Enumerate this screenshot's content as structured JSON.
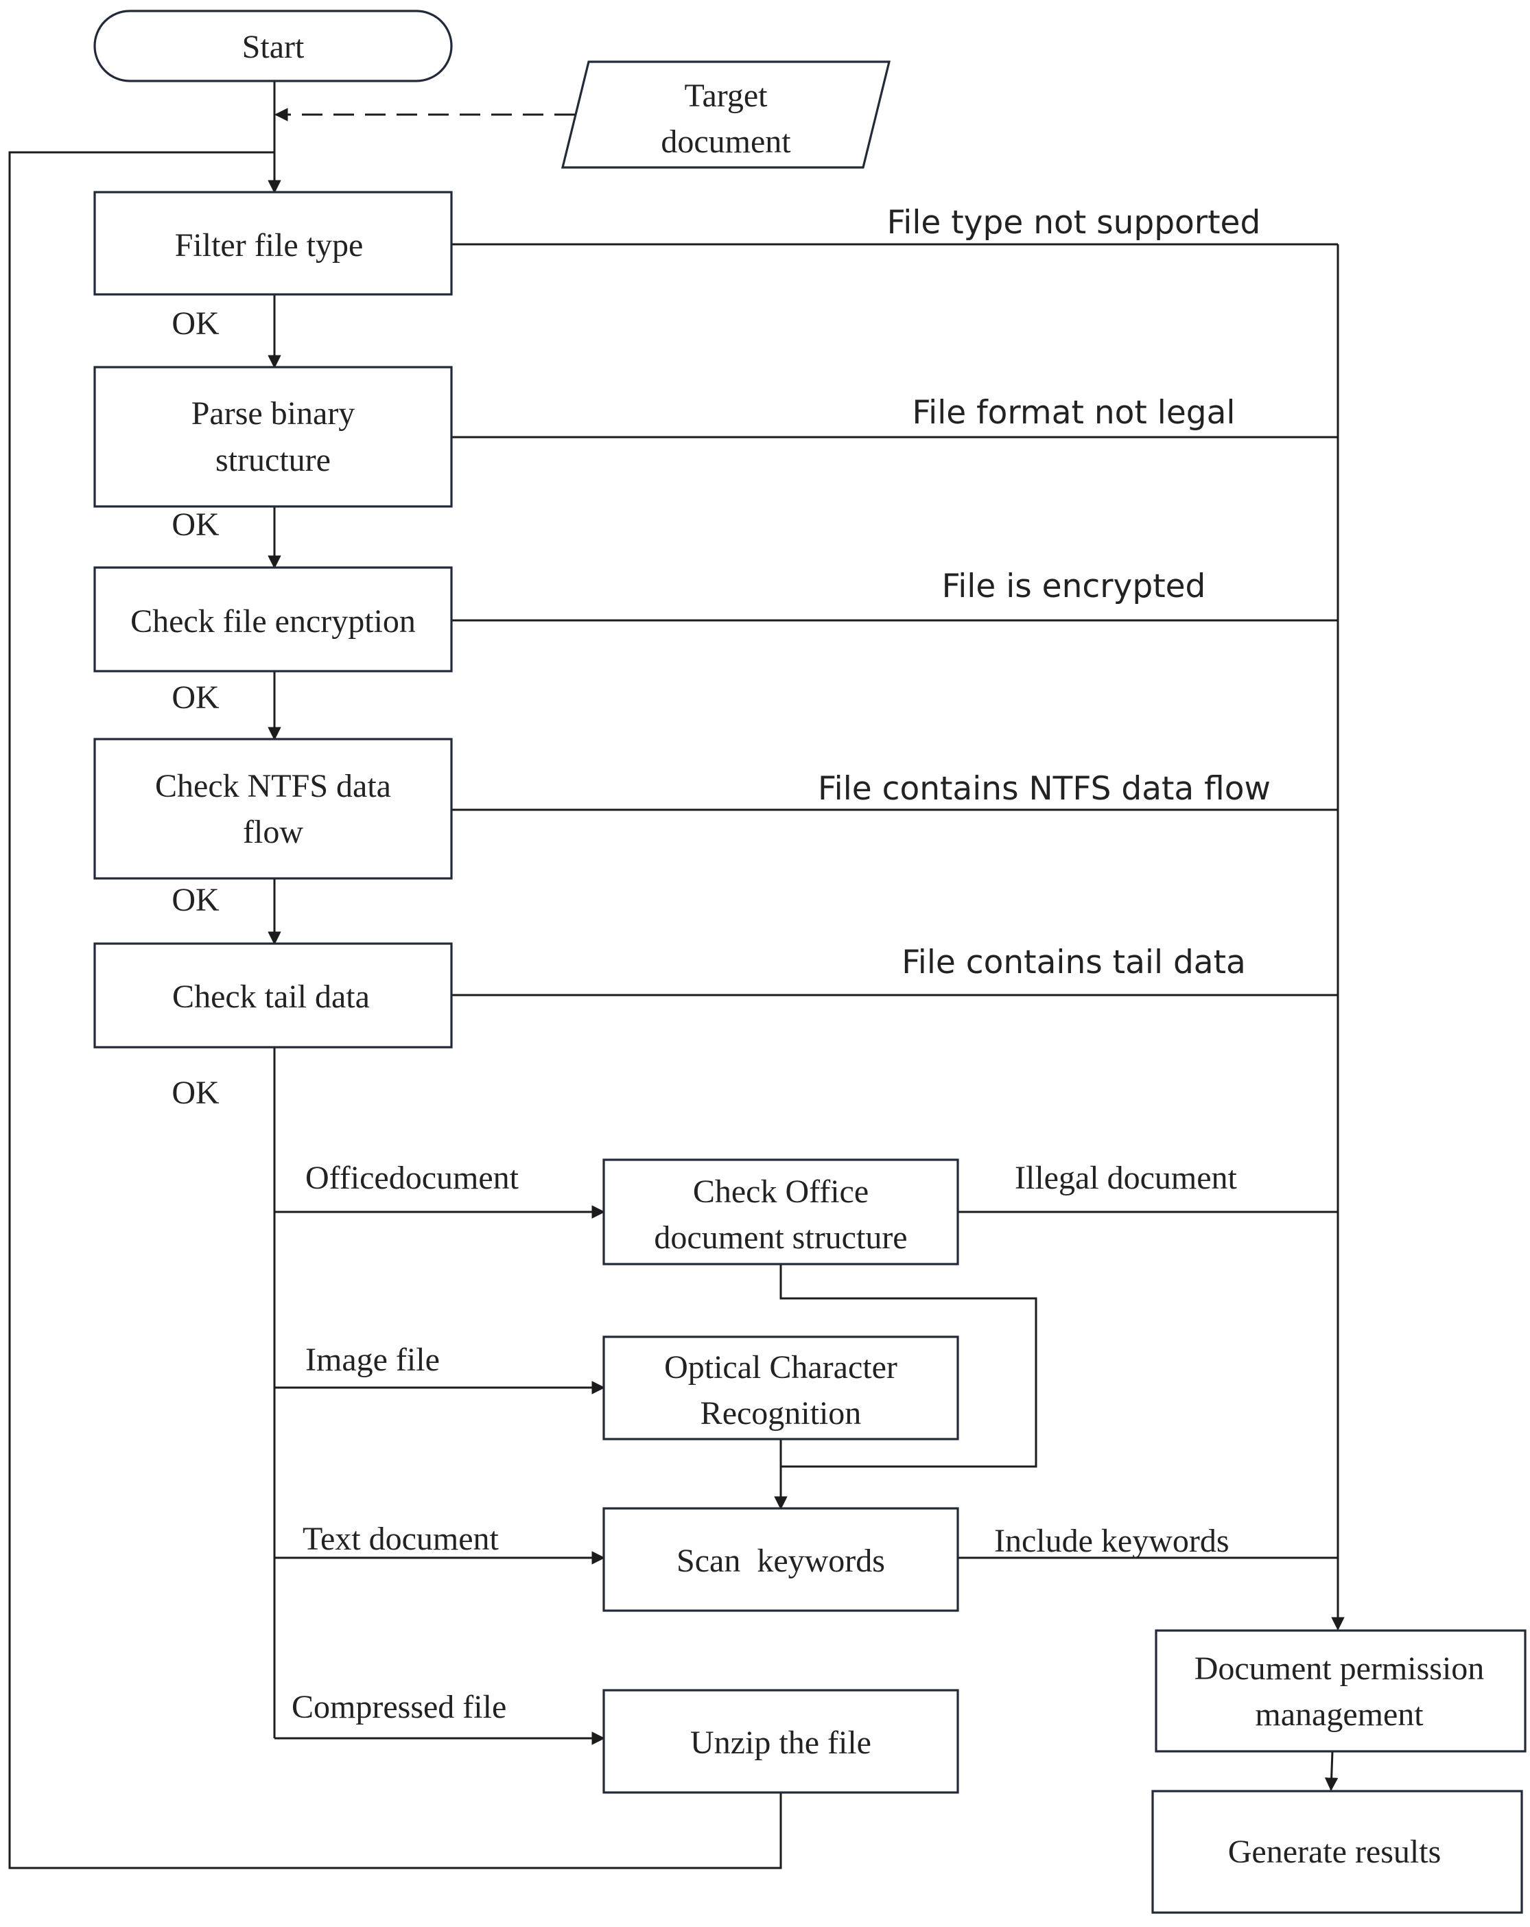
{
  "nodes": {
    "start": "Start",
    "target_doc": [
      "Target",
      "document"
    ],
    "filter": "Filter file type",
    "parse": [
      "Parse binary",
      "structure"
    ],
    "encrypt": "Check file encryption",
    "ntfs": [
      "Check NTFS data",
      "flow"
    ],
    "tail": "Check tail data",
    "office_check": [
      "Check Office",
      "document structure"
    ],
    "ocr": [
      "Optical Character",
      "Recognition"
    ],
    "scan": "Scan  keywords",
    "unzip": "Unzip the file",
    "permission": [
      "Document permission",
      "management"
    ],
    "results": "Generate results"
  },
  "ok_labels": [
    "OK",
    "OK",
    "OK",
    "OK",
    "OK"
  ],
  "failure_labels": {
    "type": "File type not supported",
    "format": "File format not legal",
    "encrypted": "File is encrypted",
    "ntfs": "File contains NTFS data flow",
    "tail": "File contains tail data"
  },
  "branch_labels": {
    "office": "Officedocument",
    "image": "Image file",
    "text": "Text document",
    "compressed": "Compressed file",
    "illegal": "Illegal document",
    "include": "Include keywords"
  }
}
